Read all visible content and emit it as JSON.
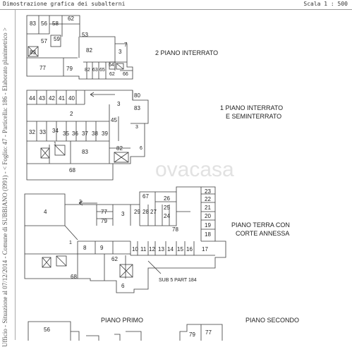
{
  "header": {
    "title": "Dimostrazione grafica dei subalterni",
    "scale": "Scala 1 : 500"
  },
  "sidebar": {
    "text": "Ufficio - Situazione al 07/12/2014 - Comune di SUBBIANO (I991) - < Foglio: 47 - Particella: 186 - Elaborato planimetrico >"
  },
  "watermark": "ovacasa",
  "captions": {
    "p2i": "2 PIANO  INTERRATO",
    "p1i_a": "1 PIANO  INTERRATO",
    "p1i_b": "E  SEMINTERRATO",
    "pt_a": "PIANO TERRA CON",
    "pt_b": "CORTE ANNESSA",
    "sub": "SUB 5  PART 184",
    "primo": "PIANO  PRIMO",
    "secondo": "PIANO  SECONDO"
  },
  "units": {
    "p2i": [
      "83",
      "56",
      "58",
      "62",
      "57",
      "59",
      "53",
      "83",
      "7",
      "3",
      "82",
      "77",
      "79",
      "82",
      "63",
      "65",
      "64",
      "62",
      "66"
    ],
    "p1i": [
      "44",
      "43",
      "42",
      "41",
      "40",
      "80",
      "3",
      "83",
      "2",
      "45",
      "3",
      "32",
      "33",
      "34",
      "35",
      "36",
      "37",
      "38",
      "39",
      "1",
      "83",
      "82",
      "6",
      "68"
    ],
    "pt": [
      "67",
      "3",
      "26",
      "77",
      "25",
      "3",
      "29",
      "28",
      "27",
      "24",
      "79",
      "4",
      "23",
      "22",
      "21",
      "20",
      "19",
      "18",
      "78",
      "1",
      "8",
      "9",
      "10",
      "11",
      "12",
      "13",
      "14",
      "15",
      "16",
      "17",
      "62",
      "68",
      "6"
    ],
    "p1": [
      "56"
    ],
    "p2": [
      "79",
      "77"
    ]
  }
}
